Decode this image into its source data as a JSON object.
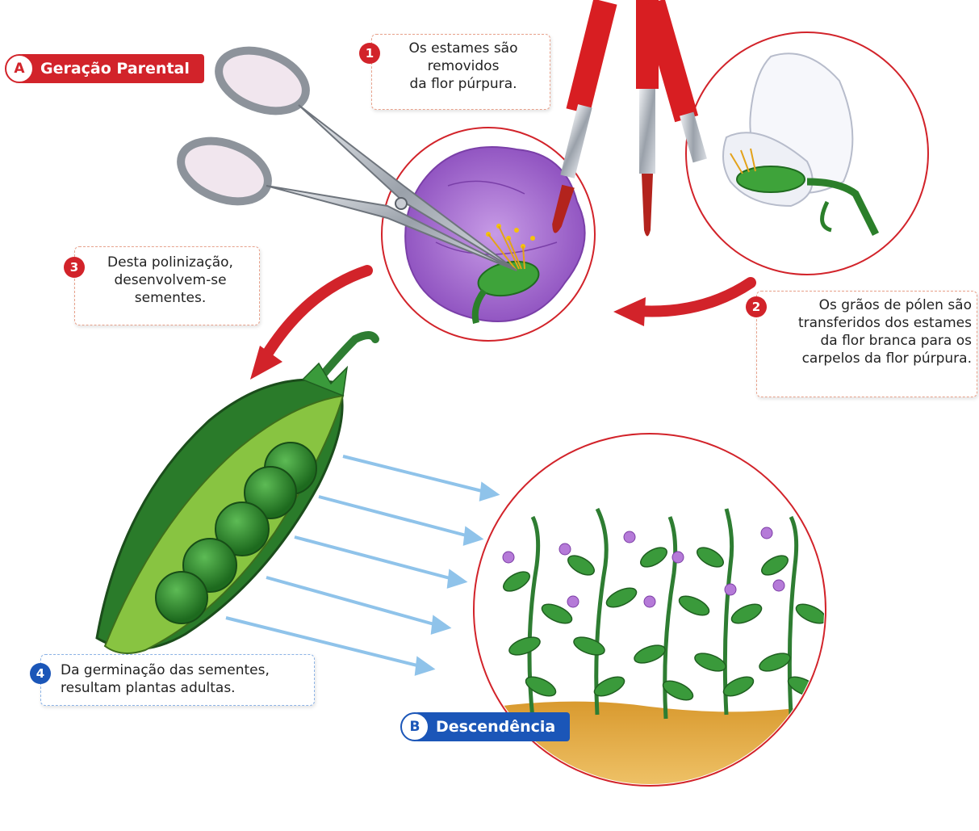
{
  "labels": {
    "parental": {
      "letter": "A",
      "text": "Geração Parental"
    },
    "offspring": {
      "letter": "B",
      "text": "Descendência"
    }
  },
  "steps": [
    {
      "number": "1",
      "lines": [
        "Os estames são",
        "removidos",
        "da flor púrpura."
      ]
    },
    {
      "number": "2",
      "lines": [
        "Os grãos de pólen são",
        "transferidos dos estames",
        "da flor branca para os",
        "carpelos da flor púrpura."
      ]
    },
    {
      "number": "3",
      "lines": [
        "Desta polinização,",
        "desenvolvem-se",
        "sementes."
      ]
    },
    {
      "number": "4",
      "lines": [
        "Da germinação das sementes,",
        "resultam plantas adultas."
      ]
    }
  ],
  "colors": {
    "red_accent": "#d2232a",
    "blue_accent": "#1b56b8",
    "purple_flower": "#a46ad0",
    "pea_green": "#2f8a2e",
    "soil": "#e8b24a"
  },
  "icons": [
    "scissors-icon",
    "paintbrush-icon",
    "purple-flower-icon",
    "white-flower-icon",
    "pea-pod-icon",
    "pea-plants-icon"
  ]
}
